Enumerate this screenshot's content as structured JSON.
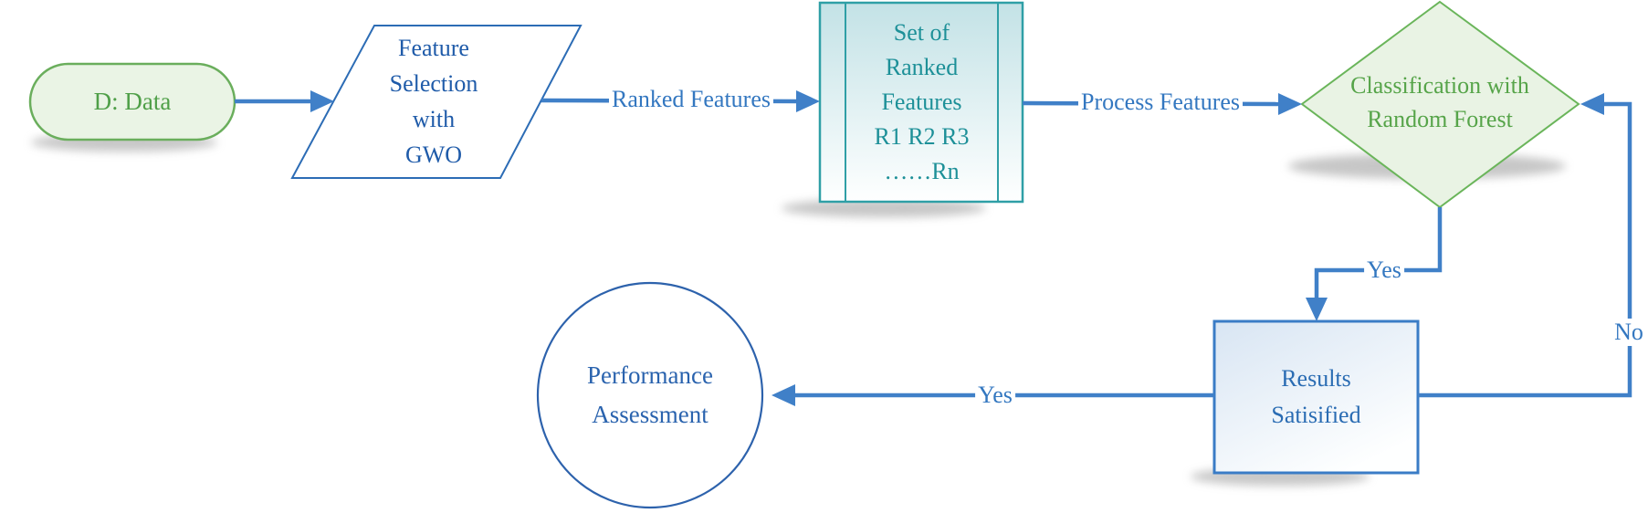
{
  "diagram_type": "flowchart",
  "nodes": {
    "data": {
      "label": "D: Data",
      "shape": "stadium",
      "fill": "#eaf4e5",
      "border": "#6aae5c",
      "text_color": "#4f9f48"
    },
    "feature_selection": {
      "label": "Feature\nSelection\nwith\nGWO",
      "shape": "parallelogram",
      "fill": "#ffffff",
      "border": "#2c6cb5",
      "text_color": "#1f5ba9"
    },
    "ranked_set": {
      "label": "Set of\nRanked\nFeatures\nR1 R2 R3\n……Rn",
      "shape": "predefined-process",
      "fill_top": "#c3e2e6",
      "fill_bottom": "#ffffff",
      "border": "#2f9fa6",
      "text_color": "#1d9098"
    },
    "classification": {
      "label": "Classification with\nRandom Forest",
      "shape": "diamond",
      "fill": "#e9f3e4",
      "border": "#6ab55a",
      "text_color": "#56a449"
    },
    "results": {
      "label": "Results\nSatisified",
      "shape": "rectangle",
      "fill_top": "#d8e5f3",
      "fill_bottom": "#feffff",
      "border": "#3a7cc6",
      "text_color": "#2a6cb3"
    },
    "performance": {
      "label": "Performance\nAssessment",
      "shape": "circle",
      "fill": "#ffffff",
      "border": "#2d62ac",
      "text_color": "#2a63ae"
    }
  },
  "edges": {
    "data_to_feature_selection": {
      "label": ""
    },
    "ranked_features": {
      "label": "Ranked Features"
    },
    "process_features": {
      "label": "Process Features"
    },
    "yes_to_results": {
      "label": "Yes"
    },
    "yes_to_performance": {
      "label": "Yes"
    },
    "no_feedback": {
      "label": "No"
    }
  },
  "colors": {
    "connector_blue": "#4080c8",
    "edge_label_blue": "#3377c0"
  }
}
